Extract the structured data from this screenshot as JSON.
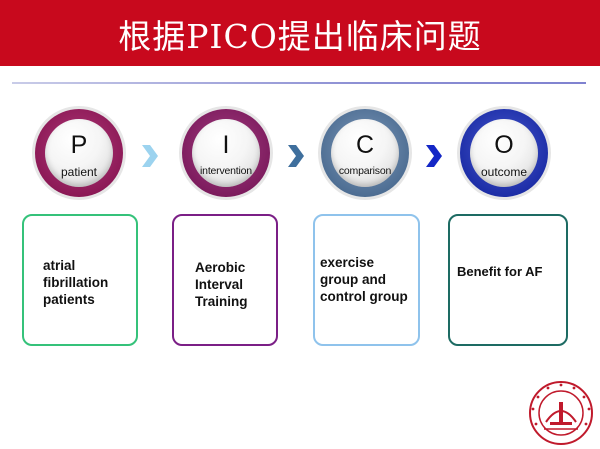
{
  "title": "根据PICO提出临床问题",
  "steps": [
    {
      "letter": "P",
      "word": "patient",
      "box": [
        "atrial",
        "fibrillation",
        "patients"
      ],
      "color": "#8d1a57",
      "box_color": "#35c27a"
    },
    {
      "letter": "I",
      "word": "intervention",
      "box": [
        "Aerobic",
        "Interval",
        "Training"
      ],
      "color": "#7e1d5f",
      "box_color": "#7b1f86"
    },
    {
      "letter": "C",
      "word": "comparison",
      "box": [
        "exercise",
        "group and",
        "control group"
      ],
      "color": "#4f6f94",
      "box_color": "#8fc3ec"
    },
    {
      "letter": "O",
      "word": "outcome",
      "box": [
        "Benefit for AF"
      ],
      "color": "#1e2fa8",
      "box_color": "#1d6b63"
    }
  ],
  "arrow_colors": [
    "#9cd3ef",
    "#3f6f9d",
    "#1427c6"
  ],
  "icons": {
    "chevron": "chevron-right-icon",
    "logo": "university-seal"
  }
}
